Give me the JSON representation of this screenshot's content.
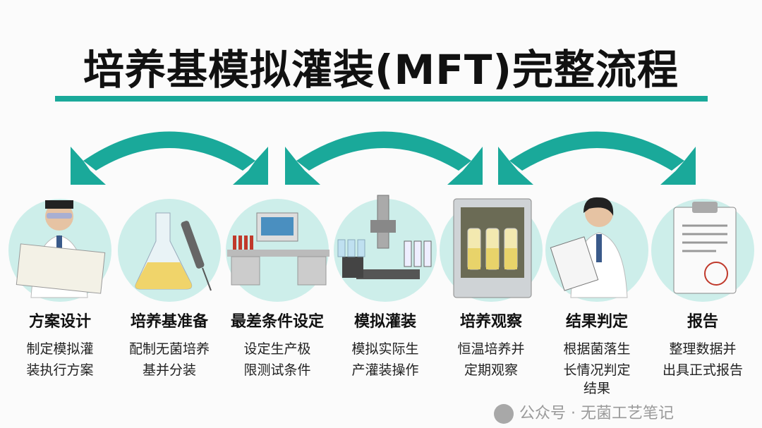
{
  "title": "培养基模拟灌装(MFT)完整流程",
  "accent_color": "#1aa99a",
  "steps": [
    {
      "title": "方案设计",
      "desc": [
        "制定模拟灌",
        "装执行方案"
      ],
      "icon": "engineer-blueprint-icon"
    },
    {
      "title": "培养基准备",
      "desc": [
        "配制无菌培养",
        "基并分装"
      ],
      "icon": "flask-pipette-icon"
    },
    {
      "title": "最差条件设定",
      "desc": [
        "设定生产极",
        "限测试条件"
      ],
      "icon": "lab-bench-icon"
    },
    {
      "title": "模拟灌装",
      "desc": [
        "模拟实际生",
        "产灌装操作"
      ],
      "icon": "filling-machine-icon"
    },
    {
      "title": "培养观察",
      "desc": [
        "恒温培养并",
        "定期观察"
      ],
      "icon": "incubator-icon"
    },
    {
      "title": "结果判定",
      "desc": [
        "根据菌落生",
        "长情况判定",
        "结果"
      ],
      "icon": "scientist-clipboard-icon"
    },
    {
      "title": "报告",
      "desc": [
        "整理数据并",
        "出具正式报告"
      ],
      "icon": "report-clipboard-icon"
    }
  ],
  "watermark": "公众号 · 无菌工艺笔记"
}
